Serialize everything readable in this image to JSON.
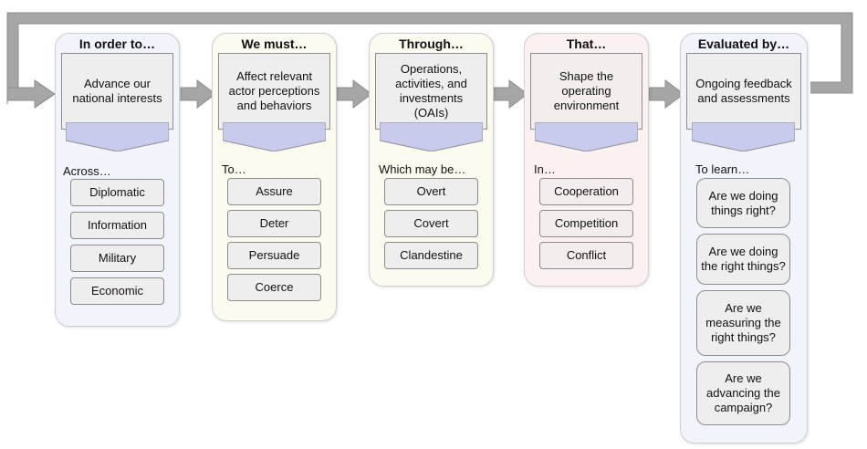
{
  "columns": [
    {
      "title": "In order to…",
      "main": "Advance our national interests",
      "sub_label": "Across…",
      "items": [
        "Diplomatic",
        "Information",
        "Military",
        "Economic"
      ]
    },
    {
      "title": "We must…",
      "main": "Affect relevant actor perceptions and behaviors",
      "sub_label": "To…",
      "items": [
        "Assure",
        "Deter",
        "Persuade",
        "Coerce"
      ]
    },
    {
      "title": "Through…",
      "main": "Operations, activities, and investments (OAIs)",
      "sub_label": "Which may be…",
      "items": [
        "Overt",
        "Covert",
        "Clandestine"
      ]
    },
    {
      "title": "That…",
      "main": "Shape the operating environment",
      "sub_label": "In…",
      "items": [
        "Cooperation",
        "Competition",
        "Conflict"
      ]
    },
    {
      "title": "Evaluated by…",
      "main": "Ongoing feedback and assessments",
      "sub_label": "To learn…",
      "items": [
        "Are we doing things right?",
        "Are we doing the right things?",
        "Are we measuring the right things?",
        "Are we advancing the campaign?"
      ]
    }
  ],
  "colors": {
    "blue_tint": "#f1f4fb",
    "yellow_tint": "#fbfbef",
    "pink_tint": "#fbf1f1",
    "box_fill": "#eeeeee",
    "chevron": "#c9cbed",
    "arrow": "#a6a6a6"
  }
}
